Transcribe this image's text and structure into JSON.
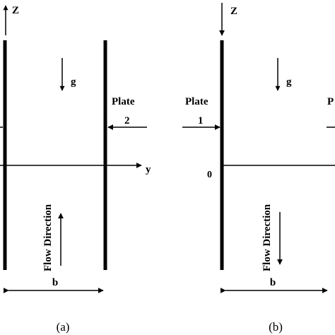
{
  "panel_a": {
    "axis_z": "Z",
    "axis_y": "y",
    "gravity": "g",
    "plate_word": "Plate",
    "plate_number": "2",
    "flow_label": "Flow Direction",
    "width_label": "b",
    "caption": "(a)"
  },
  "panel_b": {
    "axis_z": "Z",
    "origin": "0",
    "gravity": "g",
    "plate_word": "Plate",
    "plate_number": "1",
    "plate_word_clipped": "P",
    "flow_label": "Flow Direction",
    "width_label": "b",
    "caption": "(b)"
  }
}
